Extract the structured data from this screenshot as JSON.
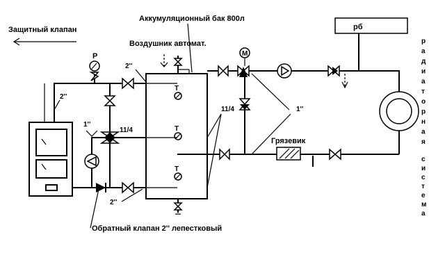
{
  "labels": {
    "safety_valve": "Защитный клапан",
    "tank": "Аккумуляционный бак 800л",
    "air_vent": "Воздушник автомат.",
    "pressure": "Р",
    "pipe_2_top": "2''",
    "pipe_2_left": "2''",
    "pipe_2_bottom": "2''",
    "pipe_1_boiler": "1''",
    "pipe_11_4_boiler": "11/4",
    "pipe_11_4_tank": "11/4",
    "pipe_1_right": "1''",
    "mud_trap": "Грязевик",
    "check_valve": "Обратный клапан 2'' лепестковый",
    "rb": "рб",
    "motor": "M",
    "thermo": "T",
    "radiator_vertical": [
      "р",
      "а",
      "д",
      "и",
      "а",
      "т",
      "о",
      "р",
      "н",
      "а",
      "я"
    ],
    "system_vertical": [
      "с",
      "и",
      "с",
      "т",
      "е",
      "м",
      "а"
    ]
  }
}
